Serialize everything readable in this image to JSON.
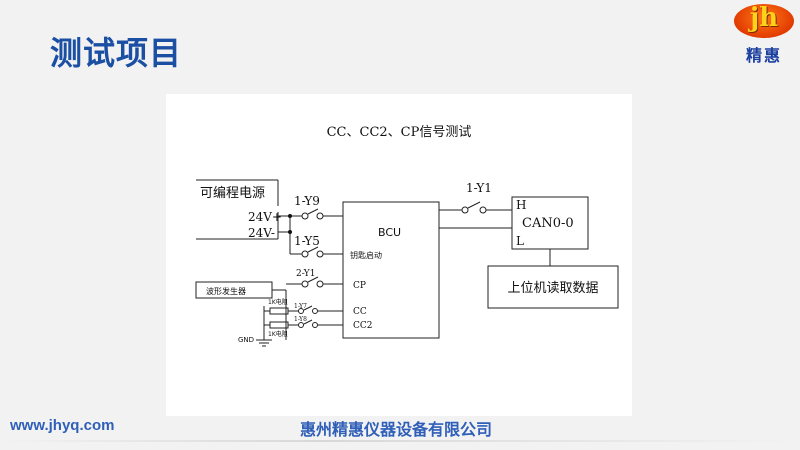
{
  "header": {
    "title": "测试项目"
  },
  "logo": {
    "letters": "jh",
    "name": "精惠"
  },
  "diagram": {
    "title": "CC、CC2、CP信号测试",
    "power_label": "可编程电源",
    "v_plus": "24V+",
    "v_minus": "24V-",
    "switch_y9": "1-Y9",
    "switch_y5": "1-Y5",
    "switch_y1": "1-Y1",
    "switch_2y1": "2-Y1",
    "switch_y7": "1-Y7",
    "switch_y8": "1-Y8",
    "bcu_label": "BCU",
    "key_start": "钥匙启动",
    "cp_label": "CP",
    "cc_label": "CC",
    "cc2_label": "CC2",
    "wave_label": "波形发生器",
    "res_top": "1K电阻",
    "res_bottom": "1K电阻",
    "gnd": "GND",
    "can_h": "H",
    "can_name": "CAN0-0",
    "can_l": "L",
    "reader_label": "上位机读取数据"
  },
  "footer": {
    "website": "www.jhyq.com",
    "company": "惠州精惠仪器设备有限公司"
  }
}
